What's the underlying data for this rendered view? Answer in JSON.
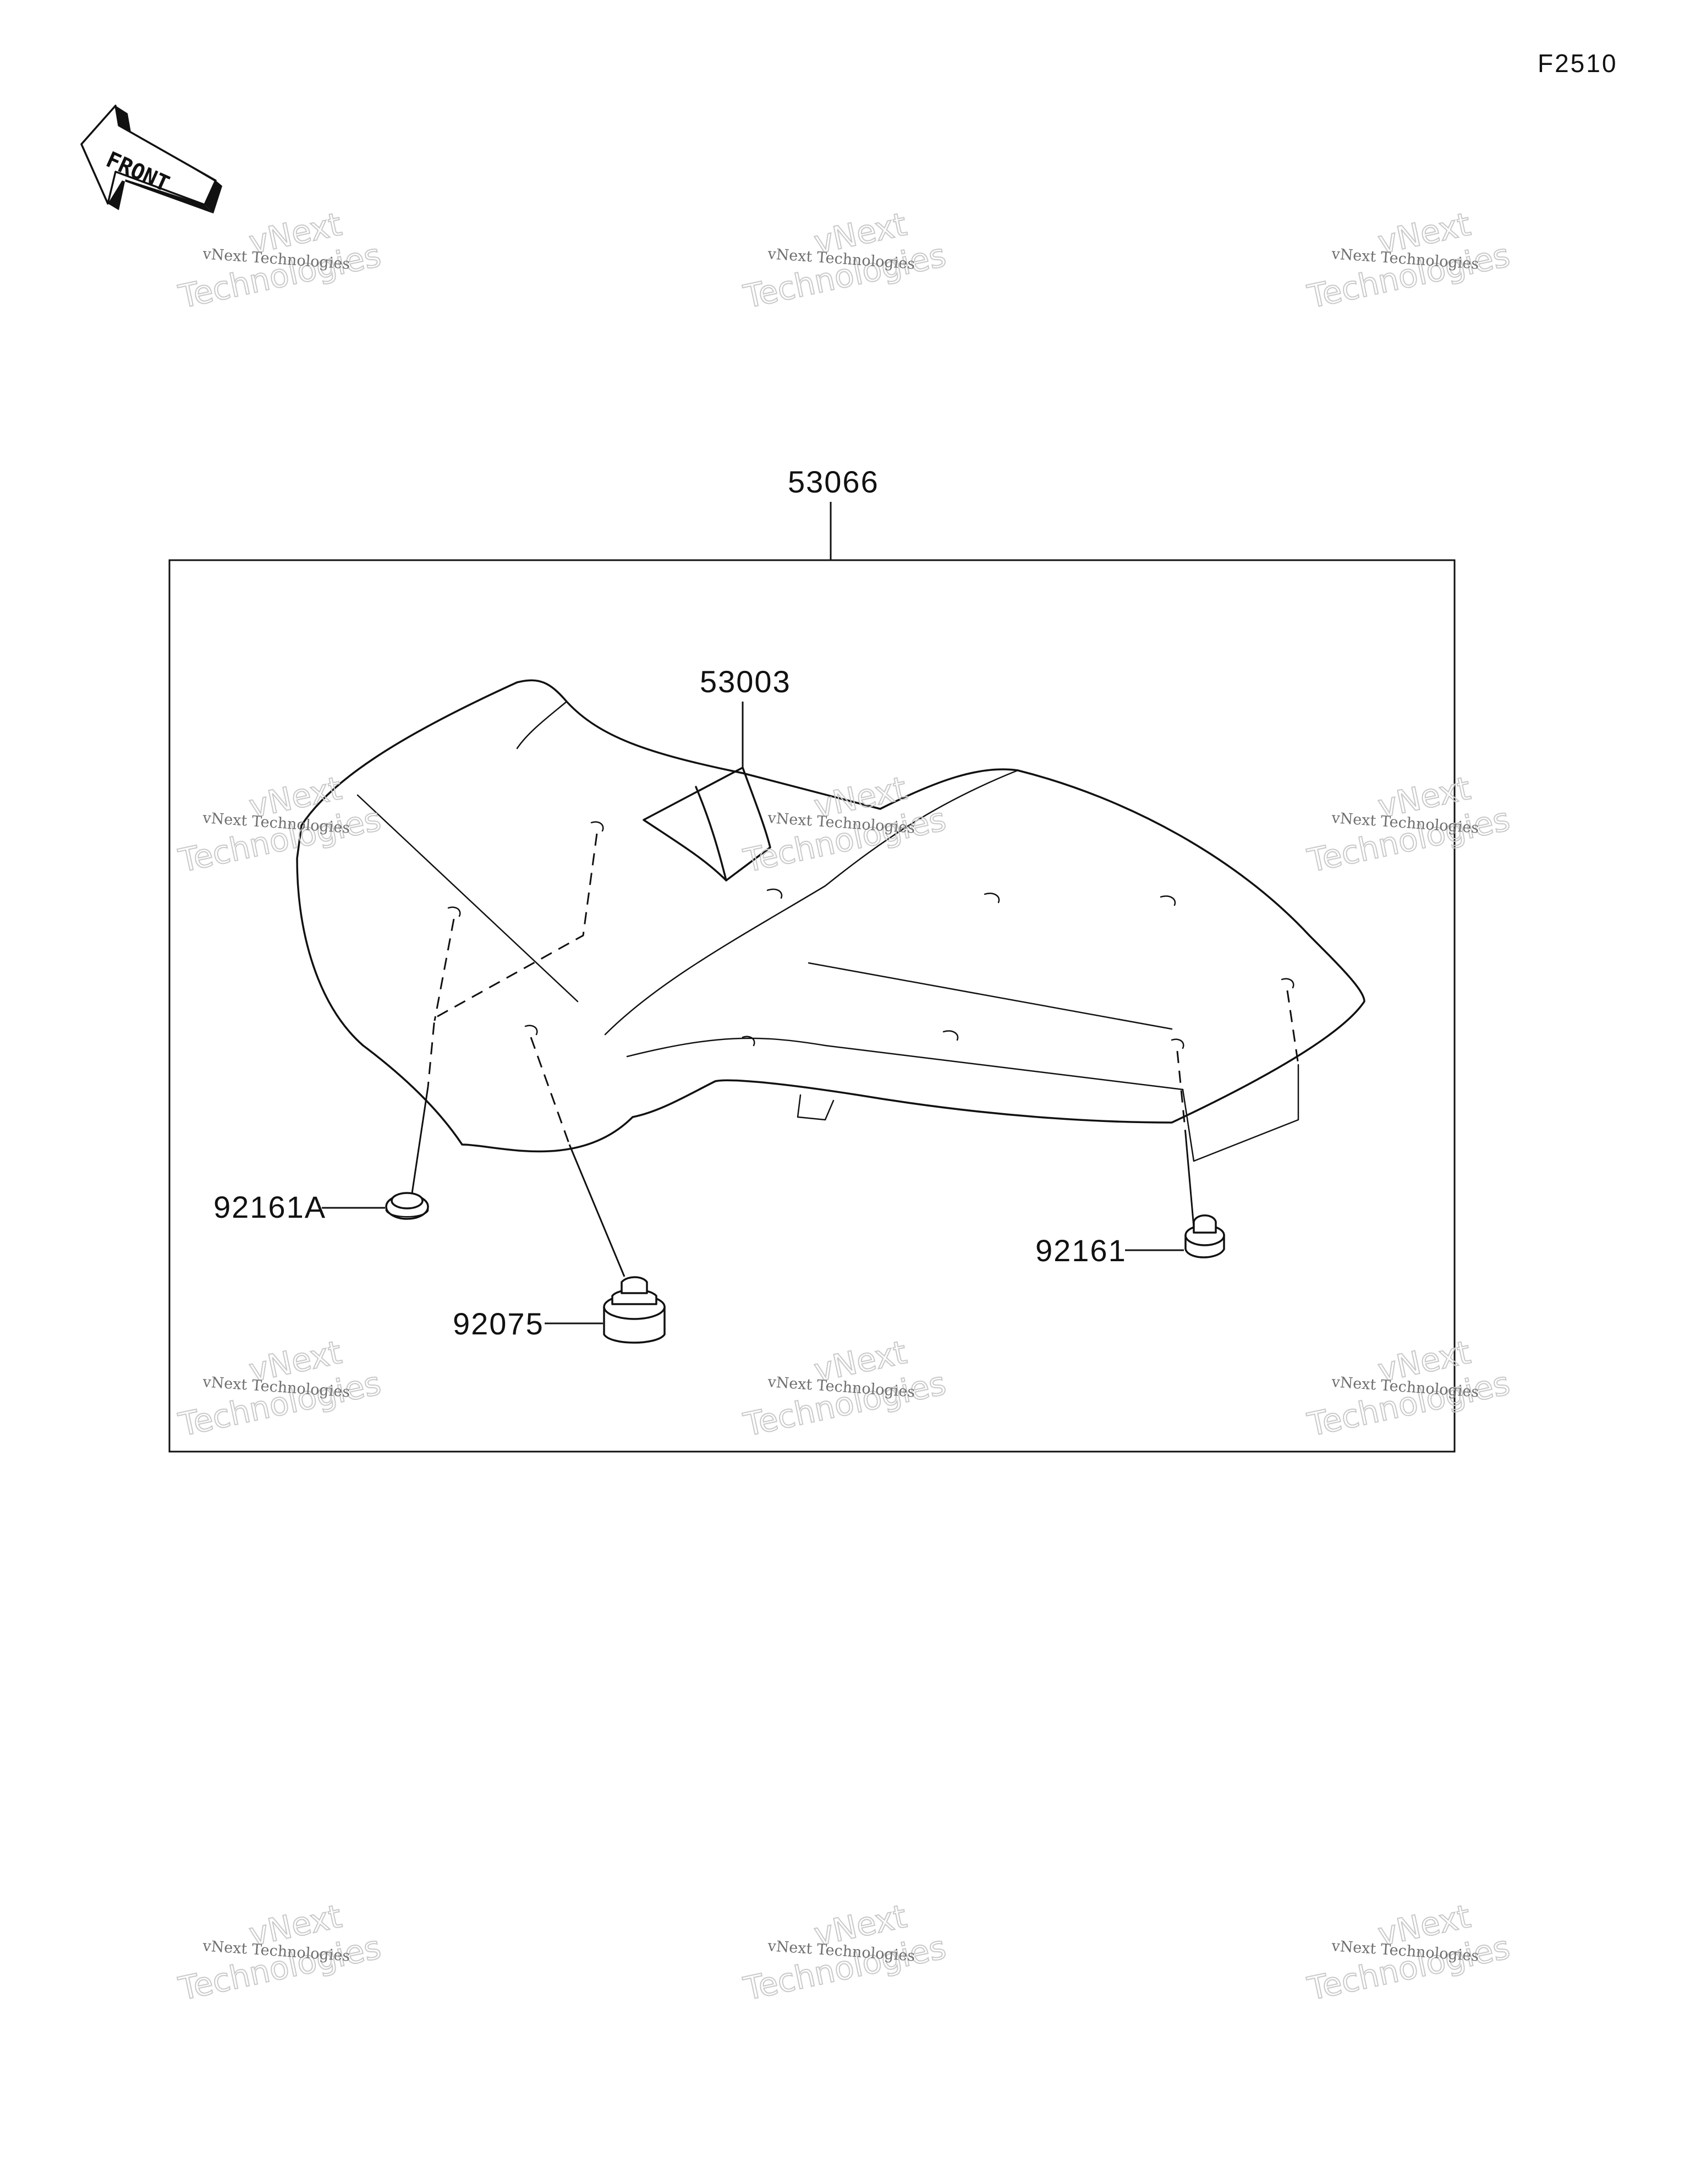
{
  "figure_code": "F2510",
  "front_arrow_label": "FRONT",
  "watermark": {
    "line1": "vNext Technologies",
    "line2": "vNext",
    "line3": "Technologies"
  },
  "parts": {
    "assembly": "53066",
    "seat_cover_patch": "53003",
    "damper_a": "92161A",
    "damper_b": "92161",
    "damper_c": "92075"
  }
}
